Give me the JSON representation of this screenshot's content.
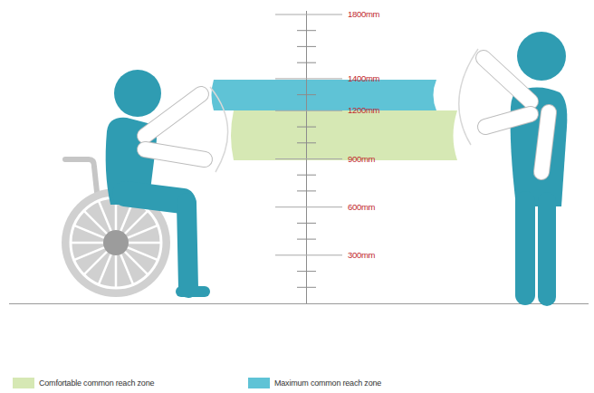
{
  "diagram": {
    "labels": [
      "1800mm",
      "1400mm",
      "1200mm",
      "900mm",
      "600mm",
      "300mm"
    ],
    "legend": [
      {
        "text": "Comfortable common reach zone",
        "color": "#d6e8b4"
      },
      {
        "text": "Maximum common reach zone",
        "color": "#5fc3d6"
      }
    ]
  }
}
